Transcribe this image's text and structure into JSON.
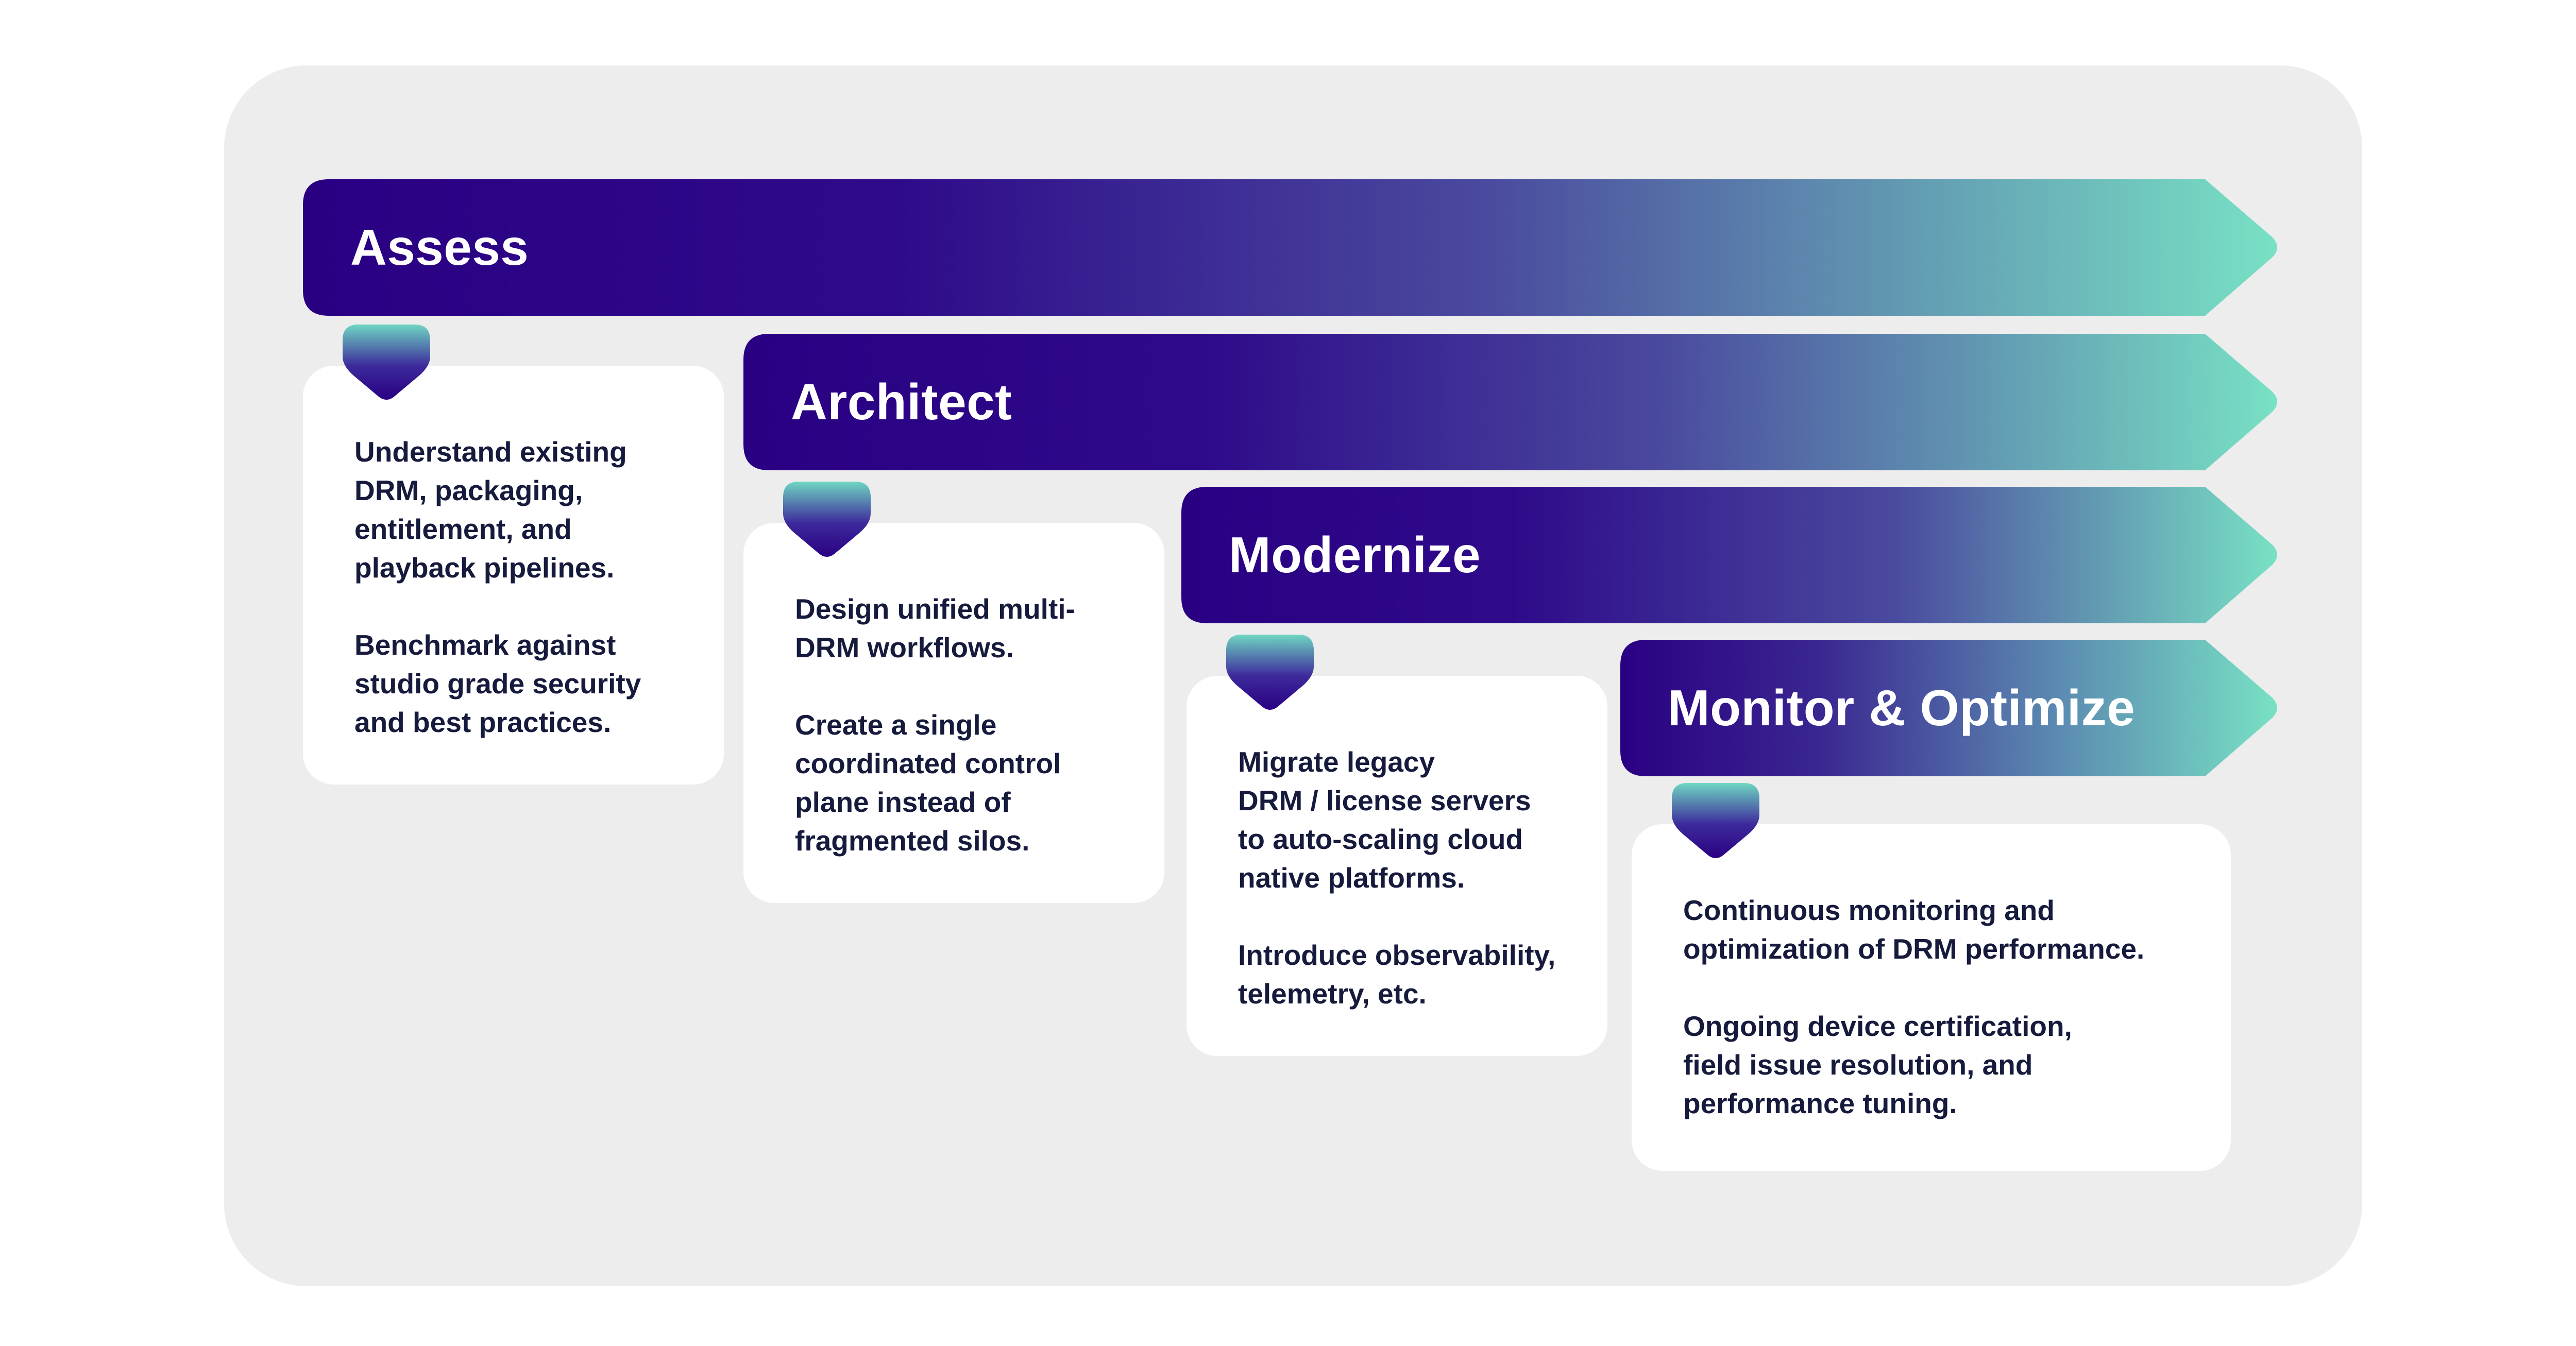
{
  "colors": {
    "panel": "#ededed",
    "gradient_start": "#2a0083",
    "gradient_end": "#78e1c4",
    "card_text": "#161a3c"
  },
  "stages": [
    {
      "title": "Assess",
      "paragraphs": [
        "Understand existing\nDRM, packaging,\nentitlement, and\nplayback pipelines.",
        "Benchmark against\nstudio grade security\nand best practices."
      ]
    },
    {
      "title": "Architect",
      "paragraphs": [
        "Design unified multi-\nDRM workflows.",
        "Create a single\ncoordinated control\nplane instead of\nfragmented silos."
      ]
    },
    {
      "title": "Modernize",
      "paragraphs": [
        "Migrate legacy\nDRM / license servers\nto auto-scaling cloud\nnative platforms.",
        "Introduce observability,\ntelemetry, etc."
      ]
    },
    {
      "title": "Monitor & Optimize",
      "paragraphs": [
        "Continuous monitoring and\noptimization of DRM performance.",
        "Ongoing device certification,\nfield issue resolution, and\nperformance tuning."
      ]
    }
  ]
}
